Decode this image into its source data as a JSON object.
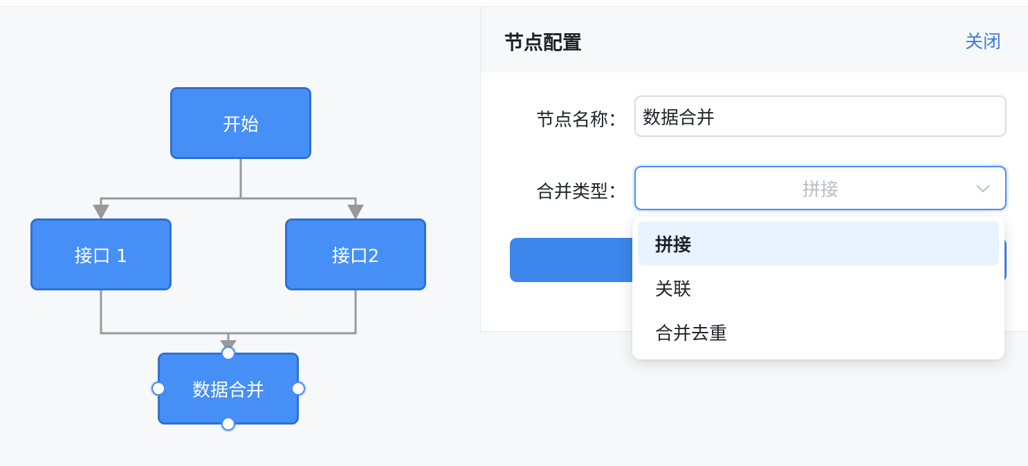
{
  "canvas": {
    "nodes": {
      "start": "开始",
      "api1": "接口 1",
      "api2": "接口2",
      "merge": "数据合并"
    }
  },
  "panel": {
    "title": "节点配置",
    "close_label": "关闭",
    "fields": {
      "name_label": "节点名称：",
      "name_value": "数据合并",
      "type_label": "合并类型：",
      "type_value": "拼接"
    }
  },
  "dropdown": {
    "options": [
      "拼接",
      "关联",
      "合并去重"
    ],
    "selected": "拼接"
  },
  "colors": {
    "node_fill": "#468ff7",
    "node_border": "#2f6fd1",
    "edge": "#999999",
    "accent": "#3a7be0"
  }
}
